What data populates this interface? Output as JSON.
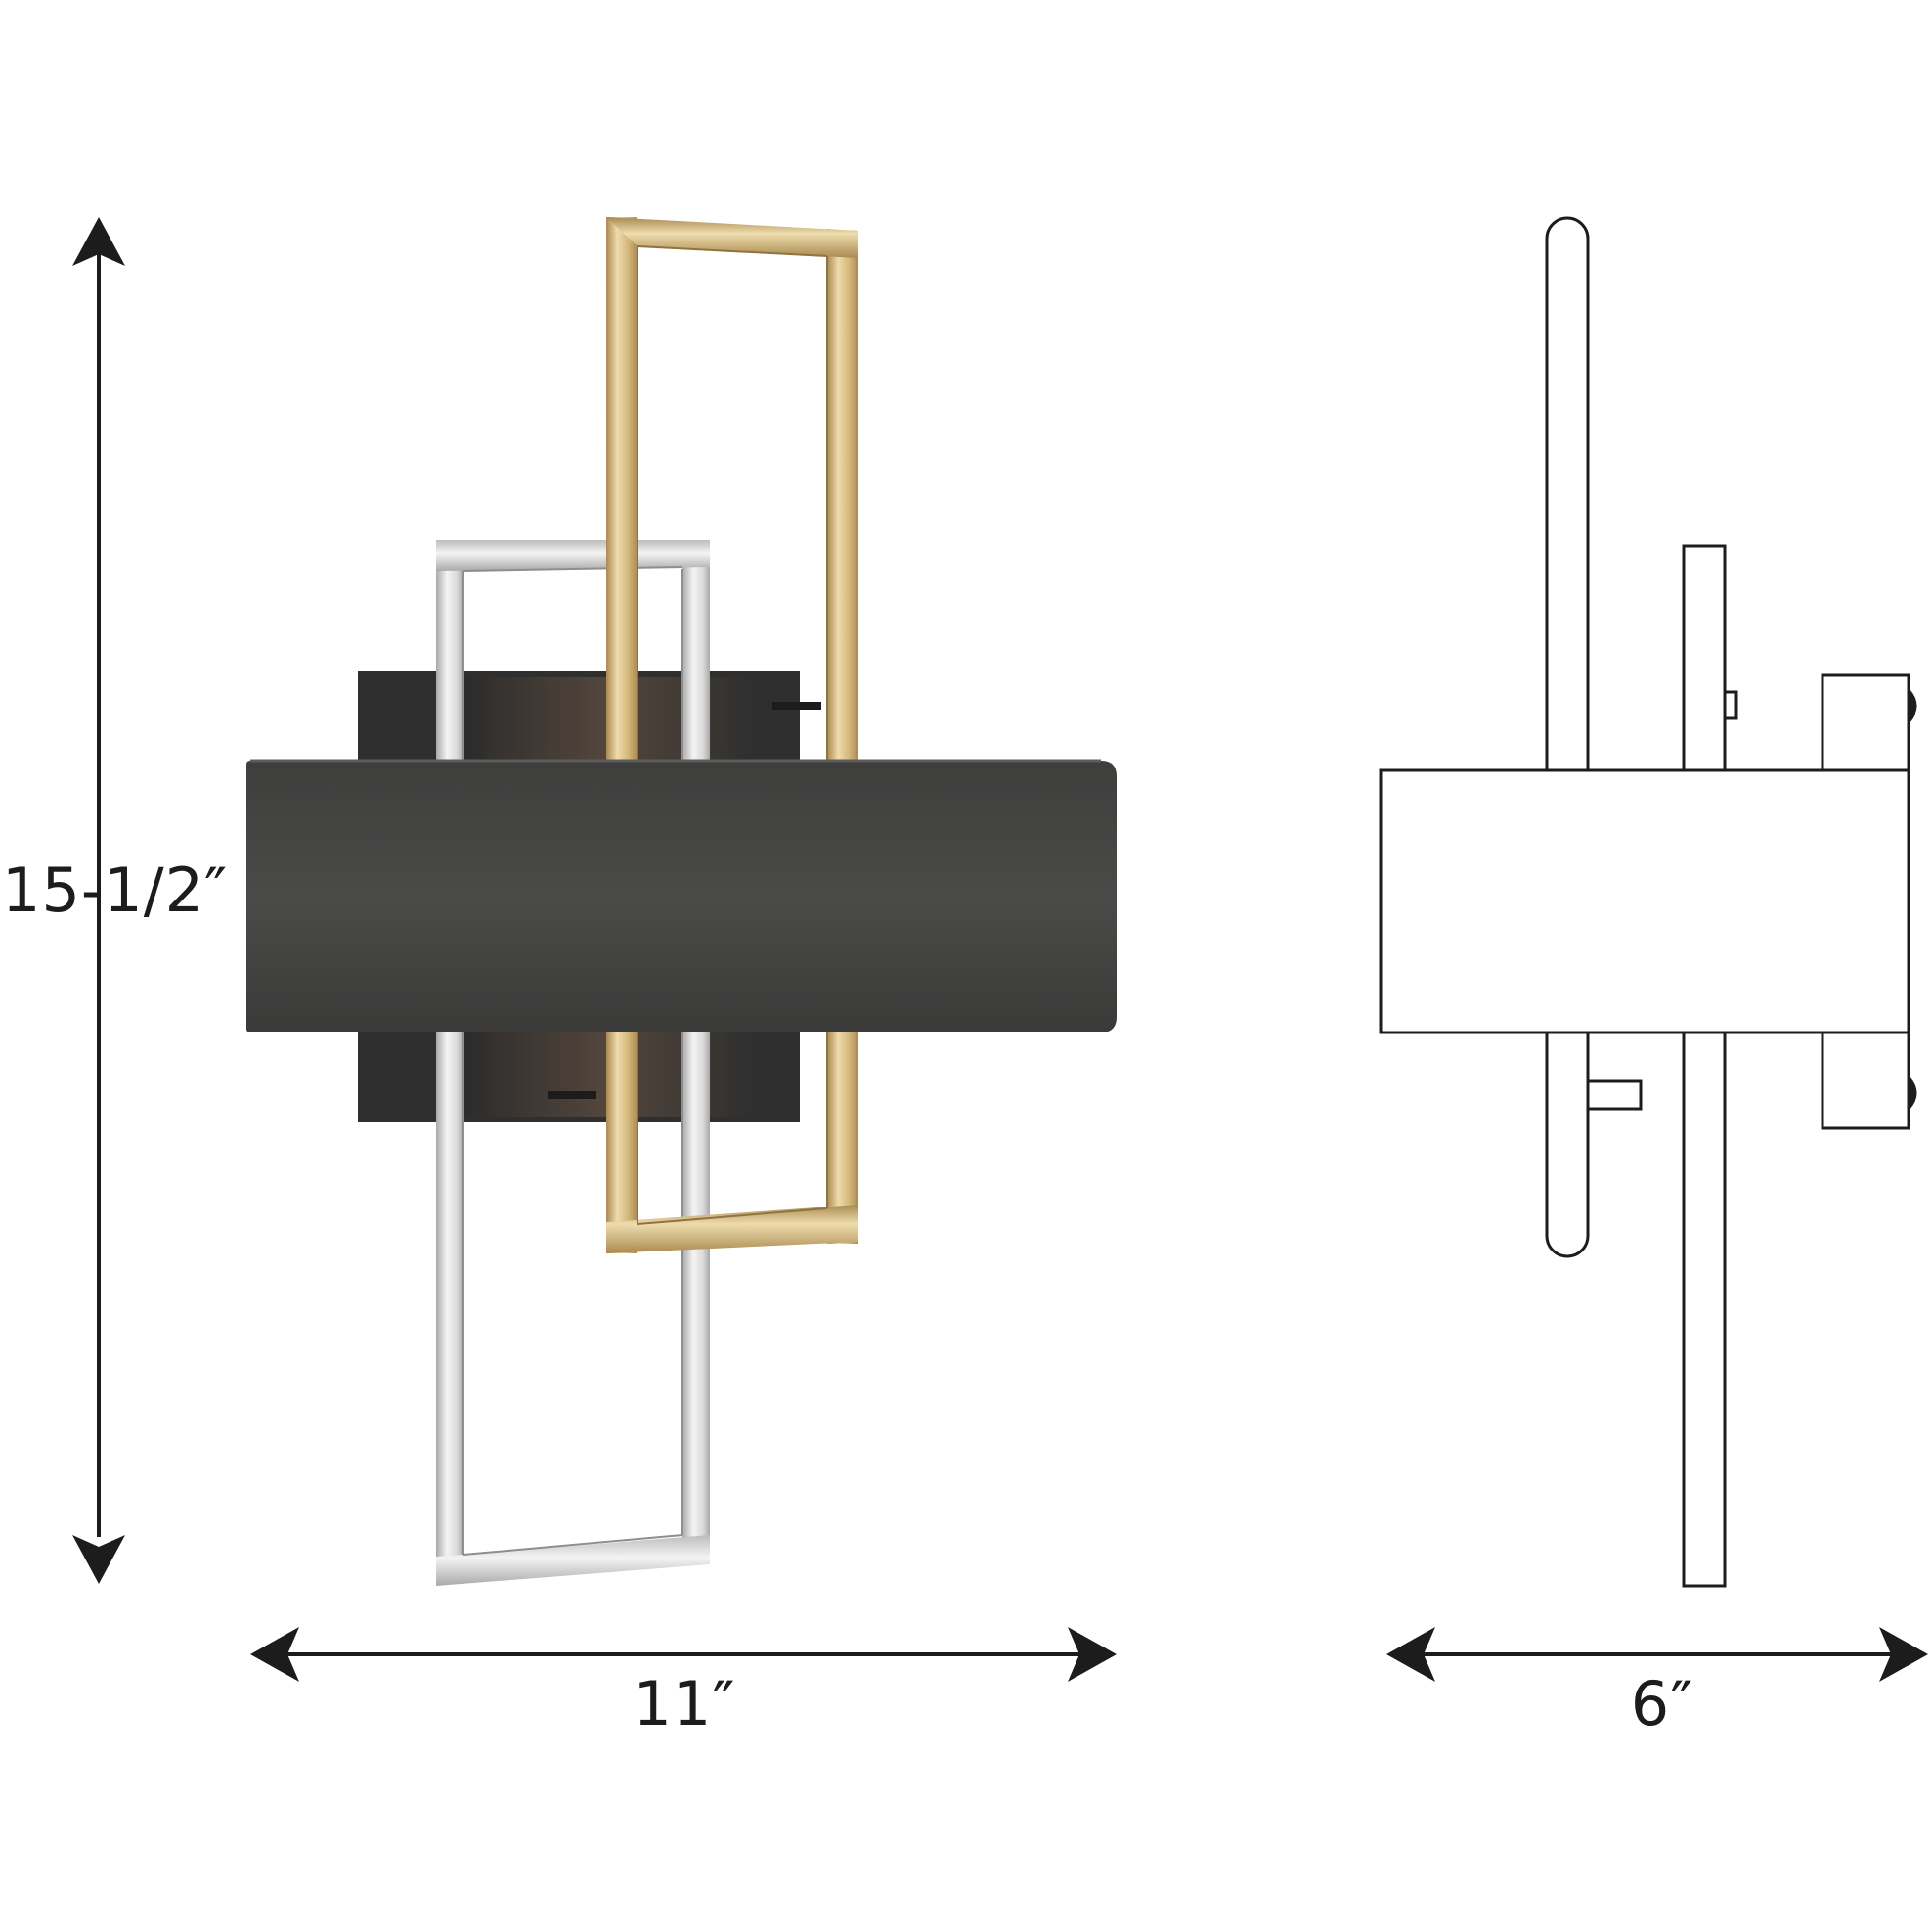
{
  "dimensions": {
    "height": "15-1/2″",
    "width": "11″",
    "depth": "6″"
  },
  "colors": {
    "line": "#1c1c1c",
    "shade": "#4a4a49",
    "backplate": "#2f2f2f",
    "backplate_inner": "#5a4a3e",
    "brass": "#d4b77a",
    "brass_light": "#eedcad",
    "brass_dark": "#a9894f",
    "silver": "#dadada",
    "silver_light": "#f4f4f4",
    "silver_dark": "#a9a9a9"
  }
}
